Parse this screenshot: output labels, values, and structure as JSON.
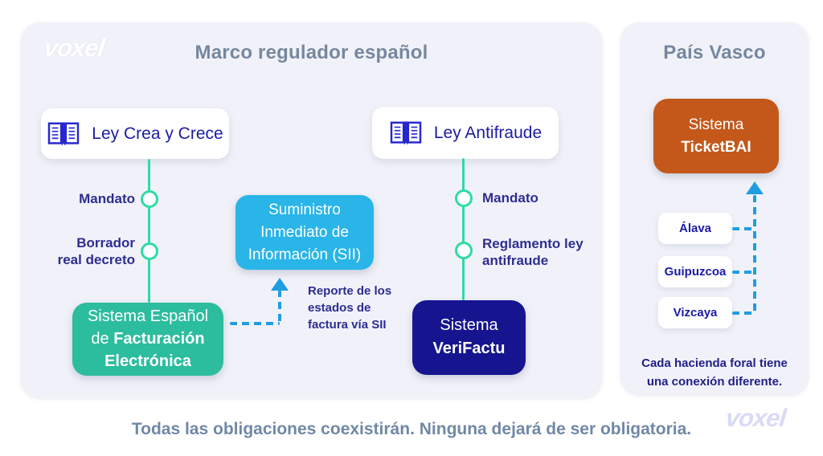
{
  "header": {
    "logo_top": "voxel",
    "spain_title": "Marco regulador español",
    "pais_vasco_title": "País Vasco"
  },
  "spain": {
    "laws": [
      {
        "label": "Ley Crea y Crece",
        "icon": "open-book-icon"
      },
      {
        "label": "Ley Antifraude",
        "icon": "open-book-icon"
      }
    ],
    "crea_track": {
      "milestone1": "Mandato",
      "milestone2_line1": "Borrador",
      "milestone2_line2": "real decreto"
    },
    "antifraude_track": {
      "milestone1": "Mandato",
      "milestone2_line1": "Reglamento ley",
      "milestone2_line2": "antifraude"
    },
    "efactura_box": {
      "line1": "Sistema Español",
      "line2_regular": "de ",
      "line2_bold": "Facturación",
      "line3_bold": "Electrónica"
    },
    "sii_box": {
      "line1": "Suministro",
      "line2": "Inmediato de",
      "line3": "Información (SII)"
    },
    "sii_note": {
      "line1": "Reporte de los",
      "line2": "estados de",
      "line3": "factura vía SII"
    },
    "verifactu_box": {
      "line1": "Sistema",
      "line2_bold": "VeriFactu"
    }
  },
  "pais_vasco": {
    "ticketbai_box": {
      "line1": "Sistema",
      "line2_bold": "TicketBAI"
    },
    "provinces": [
      {
        "label": "Álava"
      },
      {
        "label": "Guipuzcoa"
      },
      {
        "label": "Vizcaya"
      }
    ],
    "note": {
      "line1": "Cada hacienda foral tiene",
      "line2": "una conexión diferente."
    }
  },
  "footer": {
    "caption": "Todas las obligaciones coexistirán. Ninguna dejará de ser obligatoria.",
    "logo_bottom": "voxel"
  },
  "colors": {
    "panel_bg": "#f1f2f9",
    "title_slate": "#76879f",
    "law_text": "#1b1ba6",
    "milestone_text": "#2e2d91",
    "timeline_mint": "#2edba6",
    "efactura_green": "#2cbc9e",
    "sii_sky": "#29b5e8",
    "verifactu_navy": "#16158f",
    "ticketbai_orange": "#c3581a",
    "dash_blue": "#1f9de2",
    "footer_text": "#7188a6",
    "footer_logo": "#d9daf6"
  }
}
